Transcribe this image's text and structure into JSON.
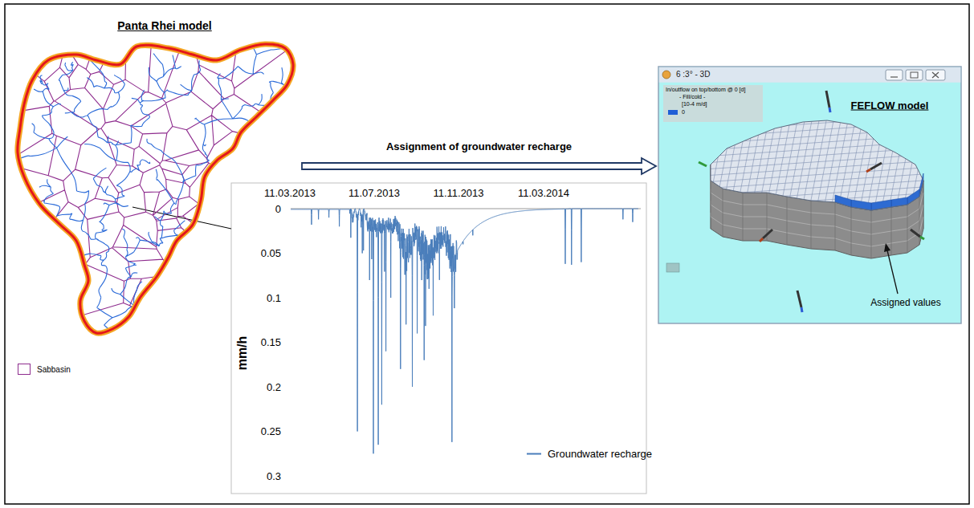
{
  "diagram": {
    "nodes": [
      {
        "text": [
          "Panta Rhei model"
        ]
      },
      {
        "text": [
          "6 :3° - 3D",
          "FEFLOW model"
        ]
      }
    ],
    "edges": [
      {
        "from": 0,
        "to": 1,
        "arrow": "to",
        "label": "Assignment of groundwater recharge"
      }
    ],
    "labels": [
      "11.03.2013",
      "11.07.2013",
      "11.11.2013",
      "11.03.2014",
      "0",
      "0.05",
      "0.1",
      "0.15",
      "0.2",
      "0.25",
      "0.3",
      "mm/h",
      "Assigned values",
      "In/outflow on top/bottom @ 0 [d]",
      "- Fill/cold -",
      "[10-4 m/d]",
      "0"
    ],
    "legend": [
      {
        "text": "Sabbasin"
      },
      {
        "text": "Groundwater recharge"
      }
    ]
  }
}
